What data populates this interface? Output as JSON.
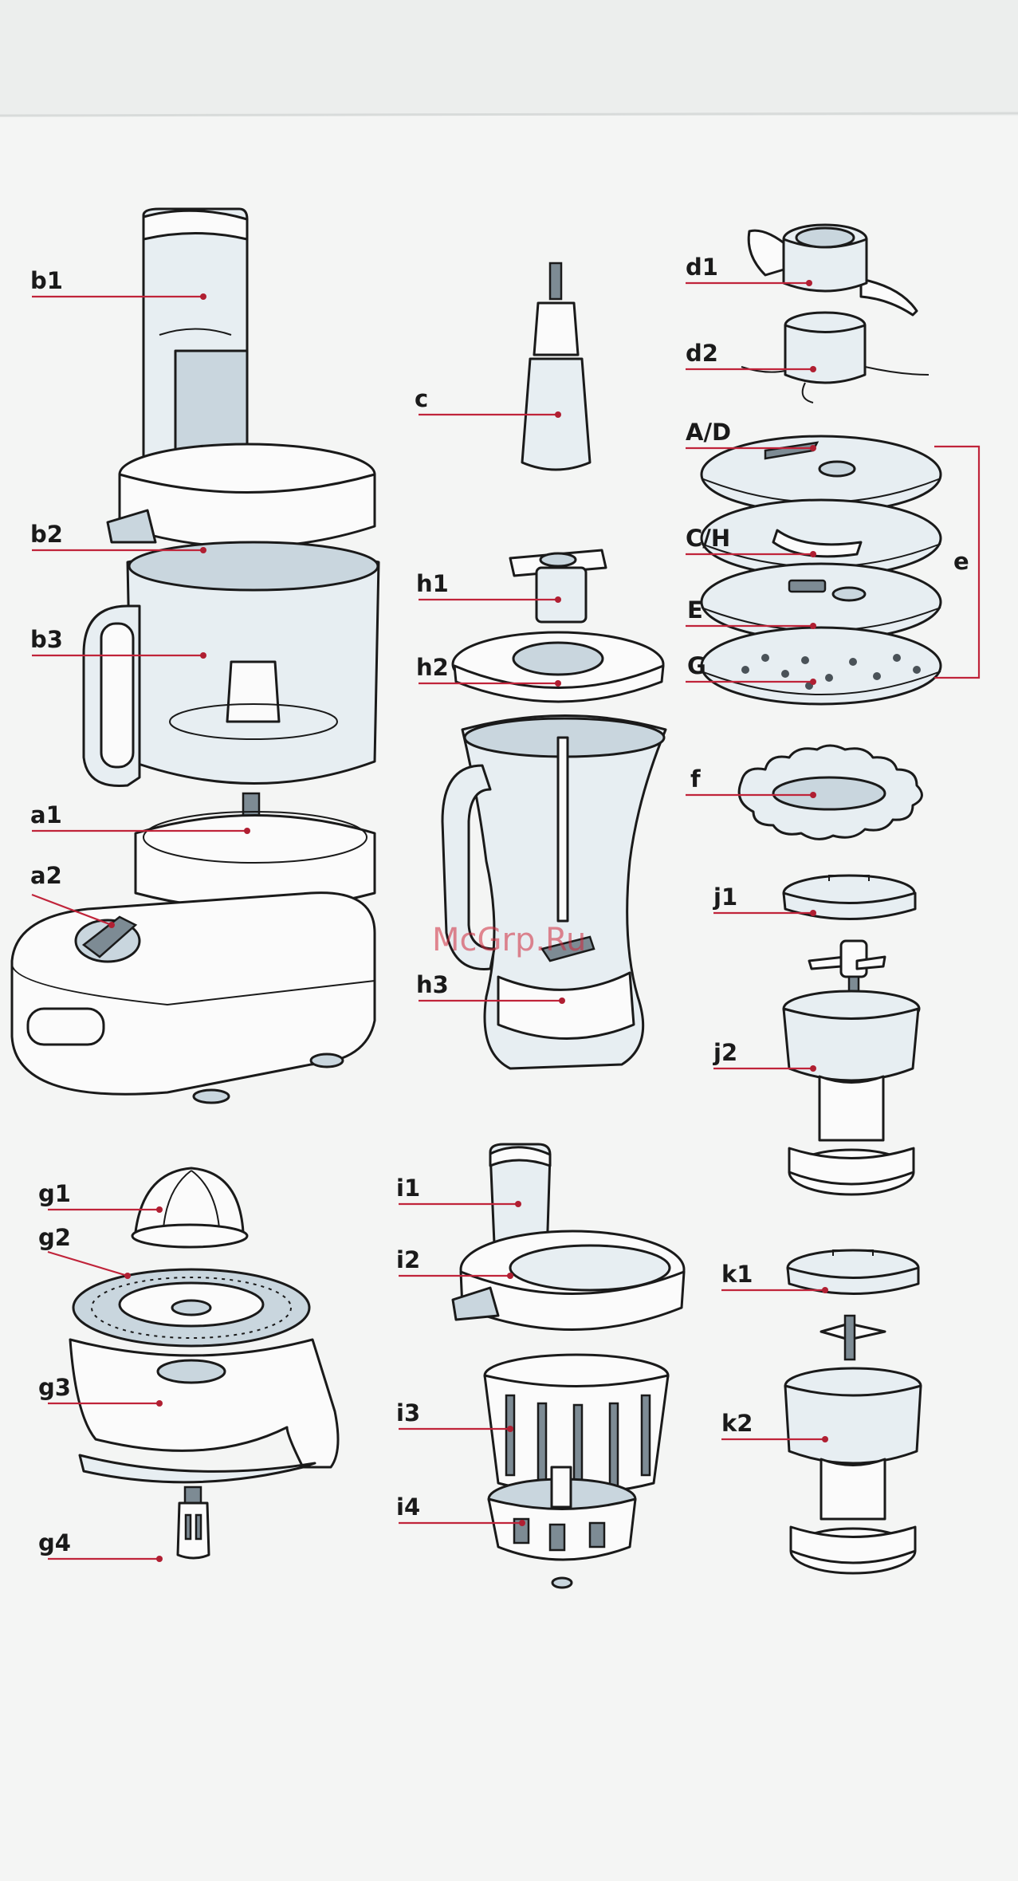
{
  "labels": {
    "b1": "b1",
    "b2": "b2",
    "b3": "b3",
    "a1": "a1",
    "a2": "a2",
    "c": "c",
    "h1": "h1",
    "h2": "h2",
    "h3": "h3",
    "d1": "d1",
    "d2": "d2",
    "AD": "A/D",
    "CH": "C/H",
    "E": "E",
    "G": "G",
    "e": "e",
    "f": "f",
    "j1": "j1",
    "j2": "j2",
    "k1": "k1",
    "k2": "k2",
    "g1": "g1",
    "g2": "g2",
    "g3": "g3",
    "g4": "g4",
    "i1": "i1",
    "i2": "i2",
    "i3": "i3",
    "i4": "i4"
  },
  "watermark": "McGrp.Ru",
  "colors": {
    "leader": "#c0243a",
    "part_fill": "#e7eef2",
    "outline": "#1a1a1a"
  }
}
